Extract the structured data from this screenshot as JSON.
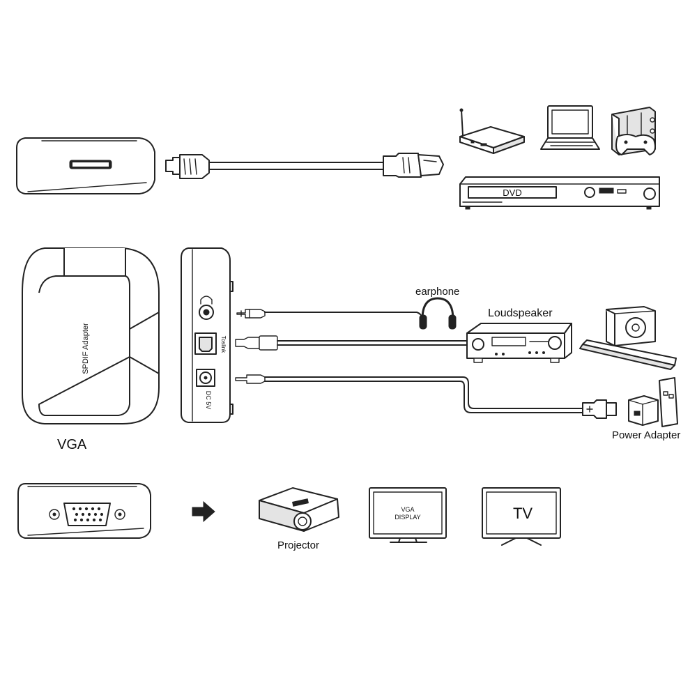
{
  "labels": {
    "earphone": "earphone",
    "loudspeaker": "Loudspeaker",
    "power_adapter": "Power Adapter",
    "vga": "VGA",
    "projector": "Projector",
    "vga_display": [
      "VGA",
      "DISPLAY"
    ],
    "tv": "TV"
  },
  "device_text": {
    "spdif_adapter": "SPDIF Adapter",
    "toslink": "Toslink",
    "dc5v": "DC 5V",
    "dvd": "DVD"
  },
  "icons": [
    "hdmi-cable-icon",
    "tv-box-icon",
    "laptop-icon",
    "game-console-icon",
    "dvd-player-icon",
    "headphones-icon",
    "av-receiver-icon",
    "speaker-icon",
    "soundbar-icon",
    "usb-wall-charger-icon",
    "projector-icon",
    "monitor-icon",
    "tv-icon",
    "arrow-right-icon"
  ]
}
